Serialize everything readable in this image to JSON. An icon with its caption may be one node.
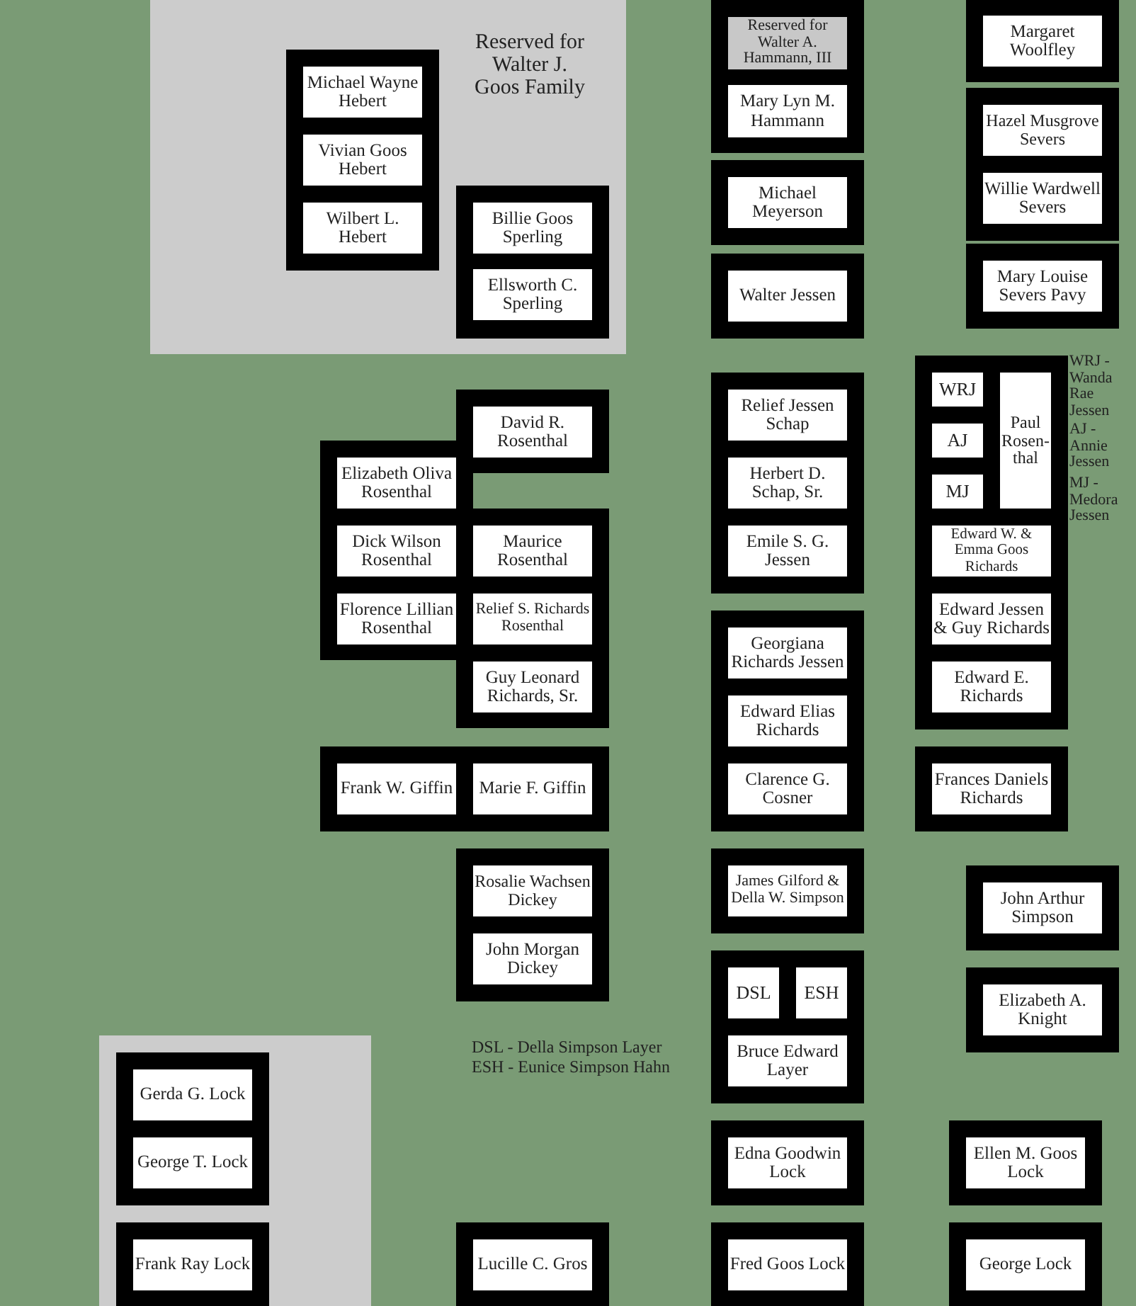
{
  "diagram": {
    "nodes": [
      {
        "text": [
          "Reserved for Walter J. Goos Family"
        ]
      },
      {
        "text": [],
        "shape": "box",
        "in": 0
      },
      {
        "text": [
          "Michael Wayne Hebert"
        ],
        "in": 1
      },
      {
        "text": [
          "Vivian Goos Hebert"
        ],
        "in": 1
      },
      {
        "text": [
          "Wilbert L. Hebert"
        ],
        "in": 1
      },
      {
        "text": [],
        "shape": "box",
        "in": 0
      },
      {
        "text": [
          "Billie Goos Sperling"
        ],
        "in": 5
      },
      {
        "text": [
          "Ellsworth C. Sperling"
        ],
        "in": 5
      },
      {
        "text": [],
        "shape": "box"
      },
      {
        "text": [
          "Reserved for Walter A. Hammann, III"
        ],
        "in": 8
      },
      {
        "text": [
          "Mary Lyn M. Hammann"
        ],
        "in": 8
      },
      {
        "text": [],
        "shape": "box"
      },
      {
        "text": [
          "Michael Meyerson"
        ],
        "in": 11
      },
      {
        "text": [],
        "shape": "box"
      },
      {
        "text": [
          "Walter Jessen"
        ],
        "in": 13
      },
      {
        "text": [],
        "shape": "box"
      },
      {
        "text": [
          "Margaret Woolfley"
        ],
        "in": 15
      },
      {
        "text": [],
        "shape": "box"
      },
      {
        "text": [
          "Hazel Musgrove Severs"
        ],
        "in": 17
      },
      {
        "text": [
          "Willie Wardwell Severs"
        ],
        "in": 17
      },
      {
        "text": [],
        "shape": "box"
      },
      {
        "text": [
          "Mary Louise Severs Pavy"
        ],
        "in": 20
      },
      {
        "text": [],
        "shape": "box"
      },
      {
        "text": [
          "David R. Rosenthal"
        ],
        "in": 22
      },
      {
        "text": [],
        "shape": "box"
      },
      {
        "text": [
          "Elizabeth Oliva Rosenthal"
        ],
        "in": 24
      },
      {
        "text": [
          "Dick Wilson Rosenthal"
        ],
        "in": 24
      },
      {
        "text": [
          "Florence Lillian Rosenthal"
        ],
        "in": 24
      },
      {
        "text": [],
        "shape": "box"
      },
      {
        "text": [
          "Maurice Rosenthal"
        ],
        "in": 28
      },
      {
        "text": [
          "Relief S. Richards Rosenthal"
        ],
        "in": 28
      },
      {
        "text": [
          "Guy Leonard Richards, Sr."
        ],
        "in": 28
      },
      {
        "text": [],
        "shape": "box"
      },
      {
        "text": [
          "Relief Jessen Schap"
        ],
        "in": 32
      },
      {
        "text": [
          "Herbert D. Schap, Sr."
        ],
        "in": 32
      },
      {
        "text": [
          "Emile S. G. Jessen"
        ],
        "in": 32
      },
      {
        "text": [],
        "shape": "box"
      },
      {
        "text": [
          "WRJ"
        ],
        "in": 36
      },
      {
        "text": [
          "Paul Rosen- thal"
        ],
        "in": 36
      },
      {
        "text": [
          "AJ"
        ],
        "in": 36
      },
      {
        "text": [
          "MJ"
        ],
        "in": 36
      },
      {
        "text": [
          "Edward W. & Emma Goos Richards"
        ],
        "in": 36
      },
      {
        "text": [
          "Edward Jessen & Guy Richards"
        ],
        "in": 36
      },
      {
        "text": [
          "Edward E. Richards"
        ],
        "in": 36
      },
      {
        "text": [],
        "shape": "box"
      },
      {
        "text": [
          "Frank W. Giffin"
        ],
        "in": 44
      },
      {
        "text": [
          "Marie F. Giffin"
        ],
        "in": 44
      },
      {
        "text": [],
        "shape": "box"
      },
      {
        "text": [
          "Georgiana Richards Jessen"
        ],
        "in": 47
      },
      {
        "text": [
          "Edward Elias Richards"
        ],
        "in": 47
      },
      {
        "text": [
          "Clarence G. Cosner"
        ],
        "in": 47
      },
      {
        "text": [],
        "shape": "box"
      },
      {
        "text": [
          "Frances Daniels Richards"
        ],
        "in": 51
      },
      {
        "text": [],
        "shape": "box"
      },
      {
        "text": [
          "Rosalie Wachsen Dickey"
        ],
        "in": 53
      },
      {
        "text": [
          "John Morgan Dickey"
        ],
        "in": 53
      },
      {
        "text": [],
        "shape": "box"
      },
      {
        "text": [
          "James Gilford & Della W. Simpson"
        ],
        "in": 56
      },
      {
        "text": [],
        "shape": "box"
      },
      {
        "text": [
          "John Arthur Simpson"
        ],
        "in": 58
      },
      {
        "text": [],
        "shape": "box"
      },
      {
        "text": [
          "DSL"
        ],
        "in": 60
      },
      {
        "text": [
          "ESH"
        ],
        "in": 60
      },
      {
        "text": [
          "Bruce Edward Layer"
        ],
        "in": 60
      },
      {
        "text": [],
        "shape": "box"
      },
      {
        "text": [
          "Elizabeth A. Knight"
        ],
        "in": 64
      },
      {
        "text": [],
        "shape": "box"
      },
      {
        "text": [],
        "shape": "box",
        "in": 66
      },
      {
        "text": [
          "Gerda G. Lock"
        ],
        "in": 67
      },
      {
        "text": [
          "George T. Lock"
        ],
        "in": 67
      },
      {
        "text": [],
        "shape": "box",
        "in": 66
      },
      {
        "text": [
          "Frank Ray Lock"
        ],
        "in": 70
      },
      {
        "text": [],
        "shape": "box"
      },
      {
        "text": [
          "Edna Goodwin Lock"
        ],
        "in": 72
      },
      {
        "text": [],
        "shape": "box"
      },
      {
        "text": [
          "Ellen M. Goos Lock"
        ],
        "in": 74
      },
      {
        "text": [],
        "shape": "box"
      },
      {
        "text": [
          "Lucille C. Gros"
        ],
        "in": 76
      },
      {
        "text": [],
        "shape": "box"
      },
      {
        "text": [
          "Fred Goos Lock"
        ],
        "in": 78
      },
      {
        "text": [],
        "shape": "box"
      },
      {
        "text": [
          "George Lock"
        ],
        "in": 80
      }
    ],
    "edges": [],
    "labels": [
      "WRJ - Wanda Rae Jessen",
      "AJ - Annie Jessen",
      "MJ - Medora Jessen",
      "DSL - Della Simpson Layer",
      "ESH - Eunice Simpson Hahn"
    ]
  }
}
